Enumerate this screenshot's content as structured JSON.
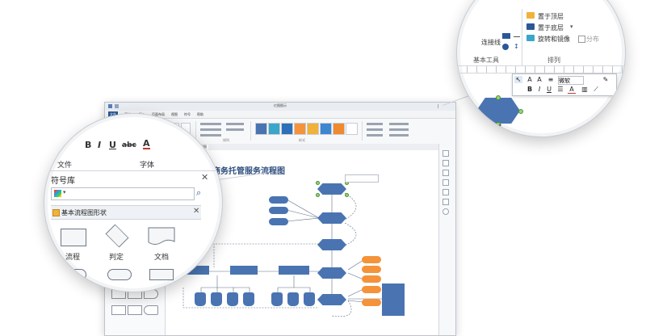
{
  "app": {
    "window_title": "亿图图示",
    "ribbon_tabs": [
      "文件",
      "开始",
      "插入",
      "页面布局",
      "视图",
      "符号",
      "帮助"
    ],
    "active_tab": "开始",
    "ribbon_groups": [
      "基本工具",
      "排列",
      "样式"
    ],
    "document_tab": "电子商务托管服务流程图",
    "accent_color": "#2b5797"
  },
  "diagram": {
    "title": "电子商务托管服务流程图",
    "node_color": "#4a74b1",
    "accent_node_color": "#f4933a"
  },
  "left_lens": {
    "tabs": [
      "文件",
      "字体"
    ],
    "format_icons": [
      "bold-icon",
      "italic-icon",
      "underline-icon",
      "strikethrough-icon",
      "font-color-icon"
    ],
    "library_title": "符号库",
    "search_placeholder": "",
    "section_title": "基本流程图形状",
    "shapes": [
      {
        "name": "流程",
        "icon": "process-shape-icon"
      },
      {
        "name": "判定",
        "icon": "decision-shape-icon"
      },
      {
        "name": "文档",
        "icon": "document-shape-icon"
      }
    ]
  },
  "right_lens": {
    "ribbon_left": {
      "items": [
        "连接线"
      ],
      "caption": "基本工具"
    },
    "ribbon_right": {
      "items": [
        "置于顶层",
        "置于底层",
        "旋转和镜像"
      ],
      "dist_label": "分布",
      "caption": "排列"
    },
    "floating_toolbar": {
      "font_name": "微软"
    },
    "shape_color": "#4a74b1"
  }
}
